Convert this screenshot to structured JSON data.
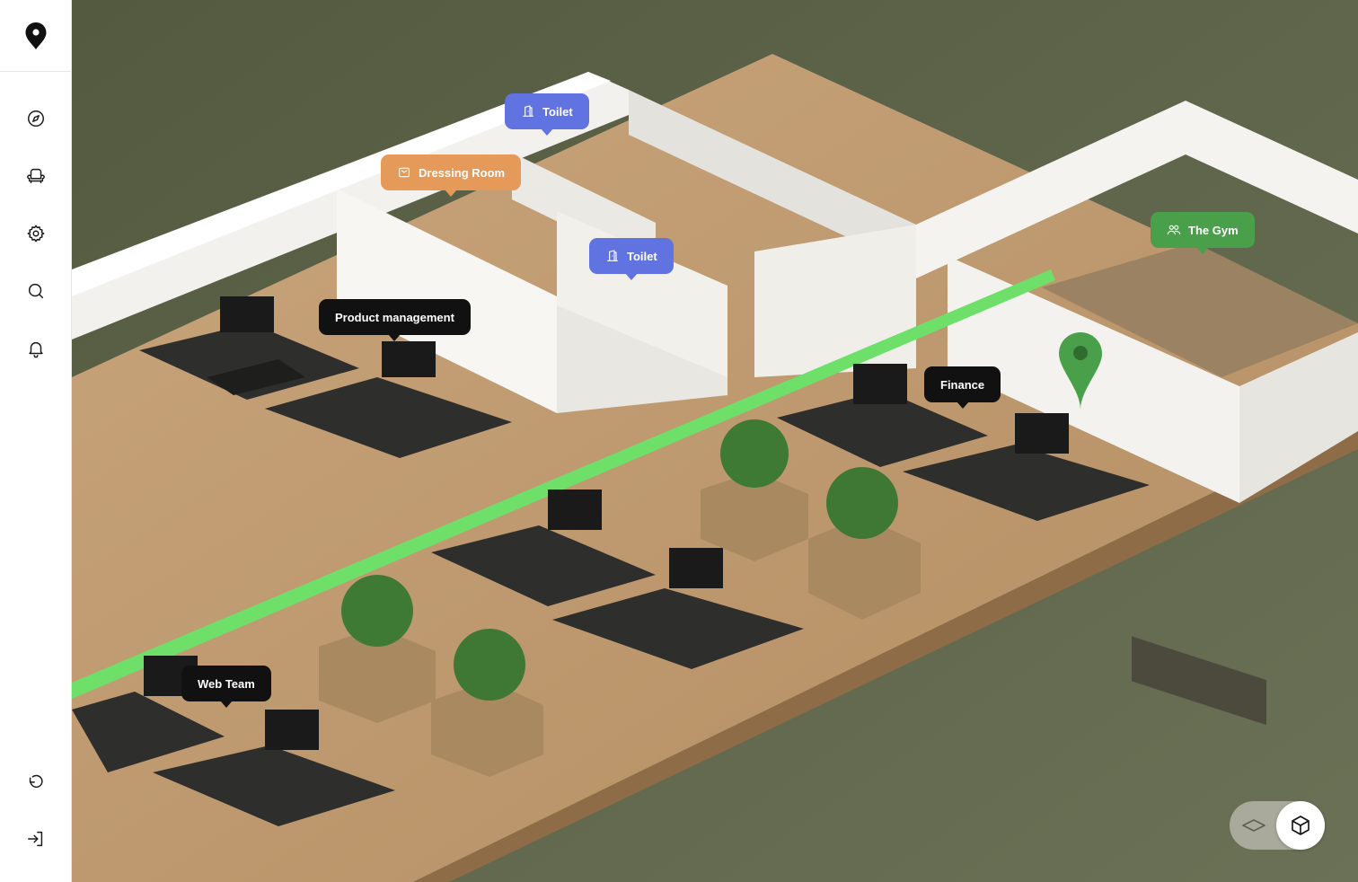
{
  "sidebar": {
    "logo_icon": "map-pin-icon",
    "nav": [
      {
        "icon": "compass-icon"
      },
      {
        "icon": "armchair-icon"
      },
      {
        "icon": "gear-icon"
      },
      {
        "icon": "search-icon"
      },
      {
        "icon": "bell-icon"
      }
    ],
    "bottom": [
      {
        "icon": "undo-icon"
      },
      {
        "icon": "login-icon"
      }
    ]
  },
  "map": {
    "labels": {
      "toilet_1": "Toilet",
      "dressing_room": "Dressing Room",
      "toilet_2": "Toilet",
      "the_gym": "The Gym",
      "product_management": "Product management",
      "finance": "Finance",
      "web_team": "Web Team"
    }
  },
  "view_toggle": {
    "options": [
      "2d-view",
      "3d-view"
    ],
    "selected": "3d-view"
  },
  "colors": {
    "toilet": "#6173e0",
    "dressing_room": "#e59a5a",
    "gym": "#4aa04a",
    "team": "#111111",
    "path": "#6ee06a",
    "background": "#5d6449"
  }
}
